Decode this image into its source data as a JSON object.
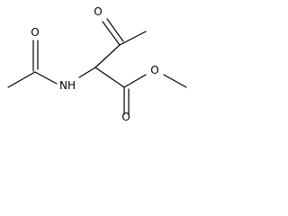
{
  "molecule": {
    "atoms": {
      "ketone_oxygen": "O",
      "amide_oxygen": "O",
      "amide_nitrogen": "NH",
      "ester_carbonyl_oxygen": "O",
      "ester_oxygen": "O"
    },
    "colors": {
      "bond": "#000000",
      "text": "#000000",
      "background": "#ffffff"
    }
  }
}
